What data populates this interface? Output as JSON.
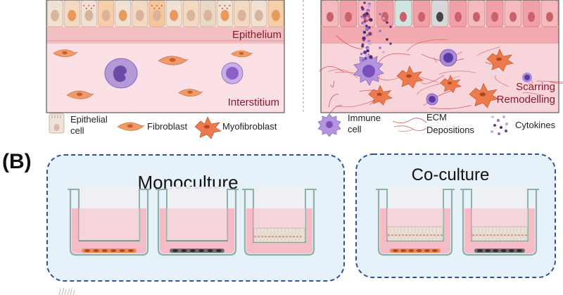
{
  "panel_a": {
    "left_tissue": {
      "epithelium_label": "Epithelium",
      "interstitium_label": "Interstitium"
    },
    "right_tissue": {
      "scarring_label_line1": "Scarring",
      "scarring_label_line2": "Remodelling"
    },
    "legend": {
      "epithelial_line1": "Epithelial",
      "epithelial_line2": "cell",
      "fibroblast": "Fibroblast",
      "myofibroblast": "Myofibroblast",
      "immune_line1": "Immune",
      "immune_line2": "cell",
      "ecm_line1": "ECM",
      "ecm_line2": "Depositions",
      "cytokines": "Cytokines"
    }
  },
  "panel_b": {
    "panel_label": "(B)",
    "monoculture_title": "Monoculture",
    "coculture_title": "Co-culture"
  },
  "colors": {
    "epithelium_pink": "#f2b9bd",
    "interstitium_pink": "#fbe1e5",
    "well_medium_pink": "#f5bcc8",
    "fibroblast_orange": "#ee9460",
    "myofibroblast_orange": "#e8704a",
    "immune_purple": "#9a74c9",
    "dashed_border_blue": "#2f5597",
    "box_fill_blue": "#e7f1f9",
    "label_maroon": "#8b1a2a"
  }
}
